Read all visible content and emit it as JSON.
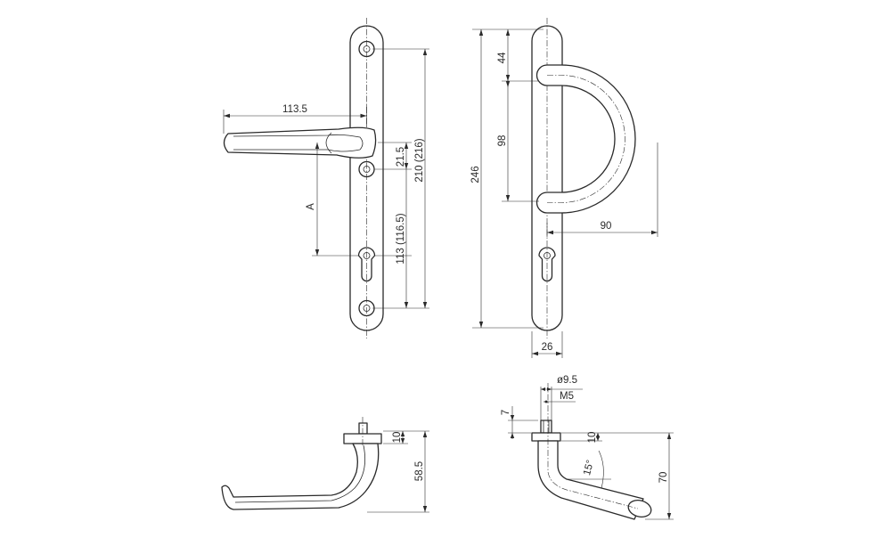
{
  "dimensions": {
    "handle_projection": "113.5",
    "offset_spindle": "21.5",
    "overall_centres": "210 (216)",
    "spindle_to_cylinder": "113 (116.5)",
    "backset_a": "A",
    "overall_length": "246",
    "pull_top": "44",
    "pull_centres": "98",
    "pull_projection": "90",
    "plate_width": "26",
    "lever_height": "58.5",
    "rose_height_side": "10",
    "spindle_dia": "ø9.5",
    "thread": "M5",
    "stem": "7",
    "rose_height_end": "10",
    "angle": "15°",
    "lever_height_end": "70"
  }
}
